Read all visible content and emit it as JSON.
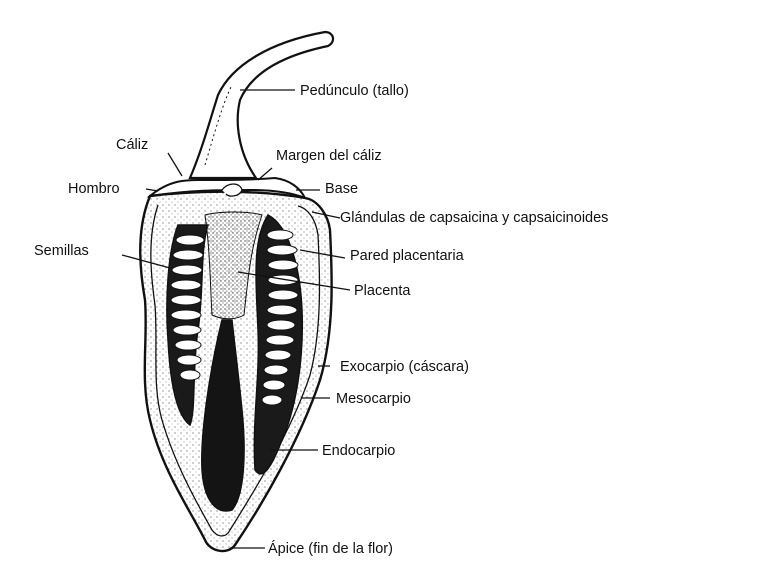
{
  "labels": {
    "peduncle": "Pedúnculo (tallo)",
    "calyx": "Cáliz",
    "calyx_margin": "Margen del cáliz",
    "shoulder": "Hombro",
    "base": "Base",
    "capsaicin_glands": "Glándulas de capsaicina y capsaicinoides",
    "seeds": "Semillas",
    "placental_wall": "Pared placentaria",
    "placenta": "Placenta",
    "exocarp": "Exocarpio (cáscara)",
    "mesocarp": "Mesocarpio",
    "endocarp": "Endocarpio",
    "apex": "Ápice (fin de la flor)"
  }
}
